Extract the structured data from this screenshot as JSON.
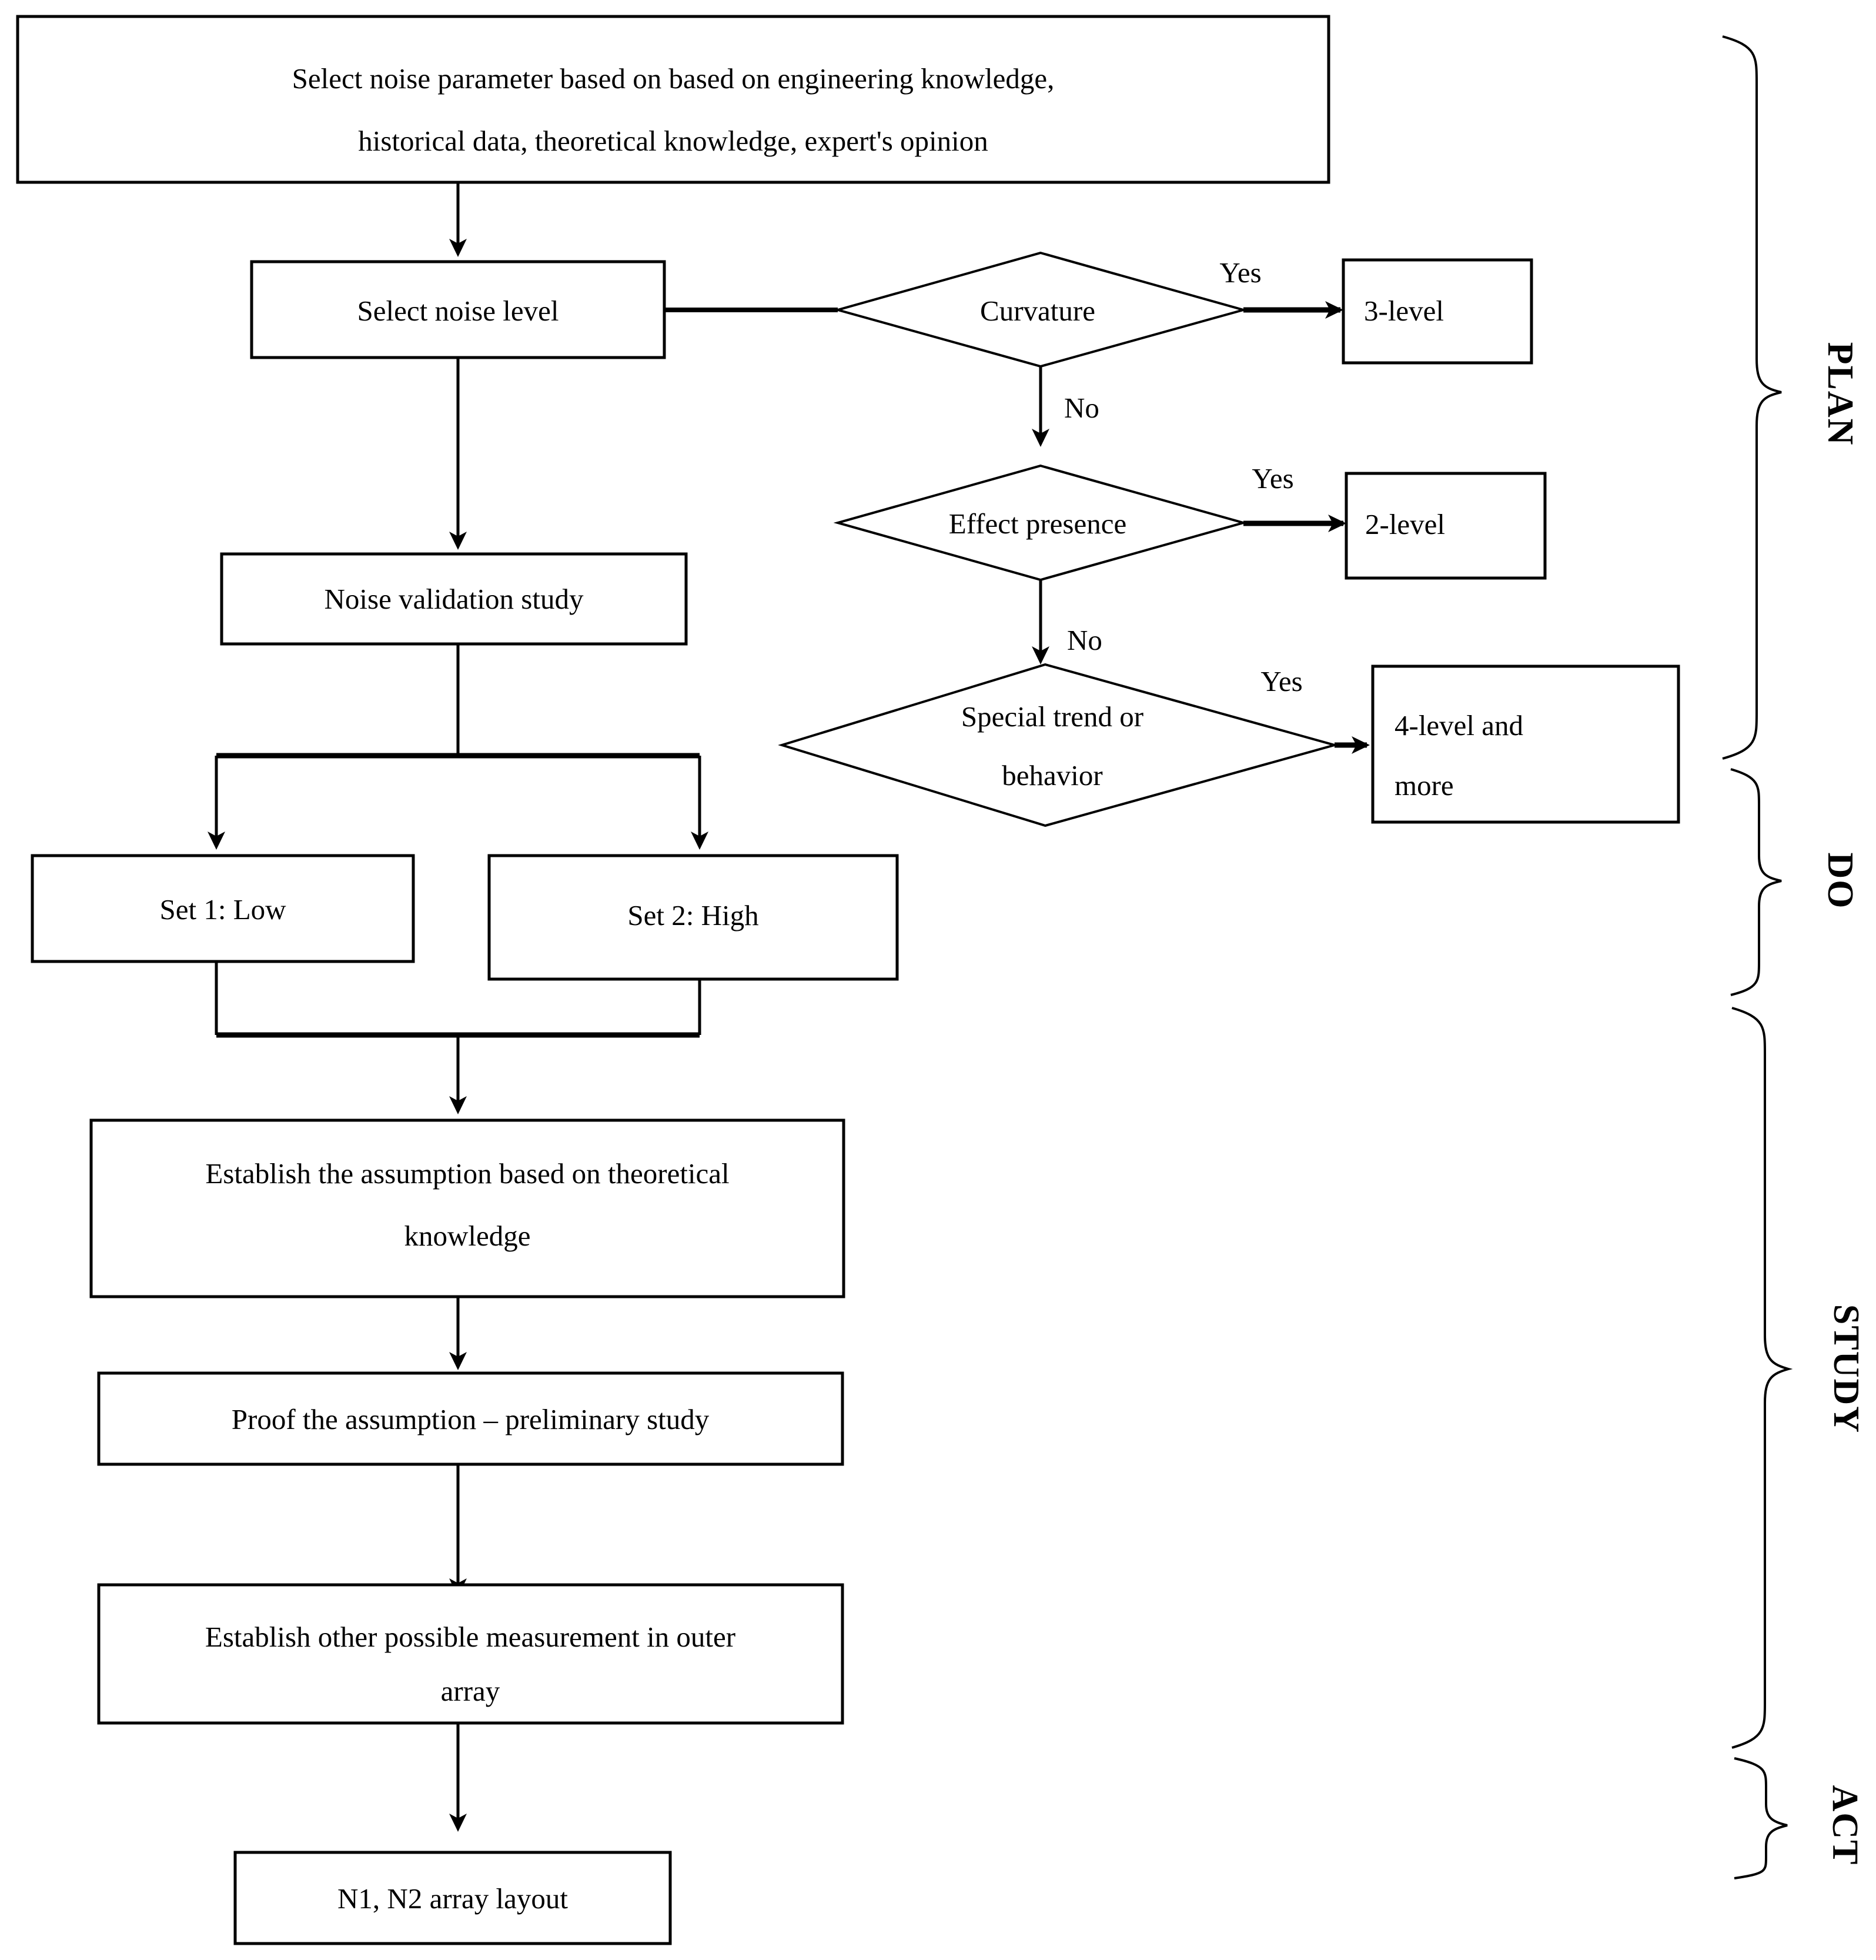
{
  "diagram": {
    "title": "Noise factor planning PDSA flowchart",
    "nodes": {
      "select_noise_parameter": "Select noise parameter based on based on engineering knowledge, historical data, theoretical knowledge, expert's opinion",
      "select_noise_parameter_line1": "Select noise parameter based on based on engineering knowledge,",
      "select_noise_parameter_line2": "historical data, theoretical knowledge, expert's opinion",
      "select_noise_level": "Select noise level",
      "noise_validation_study": "Noise validation study",
      "set_1_low": "Set 1: Low",
      "set_2_high": "Set 2: High",
      "establish_assumption_line1": "Establish the assumption based on theoretical",
      "establish_assumption_line2": "knowledge",
      "proof_assumption": "Proof the assumption – preliminary study",
      "establish_other_measurement_line1": "Establish other possible measurement in outer",
      "establish_other_measurement_line2": "array",
      "array_layout": "N1, N2 array layout",
      "curvature": "Curvature",
      "effect_presence": "Effect presence",
      "special_trend_line1": "Special trend  or",
      "special_trend_line2": "behavior",
      "three_level": "3-level",
      "two_level": "2-level",
      "four_level_and": "4-level        and",
      "four_level_more": "more"
    },
    "edge_labels": {
      "curvature_yes": "Yes",
      "curvature_no": "No",
      "effect_presence_yes": "Yes",
      "effect_presence_no": "No",
      "special_trend_yes": "Yes"
    },
    "phases": [
      {
        "id": "plan",
        "label": "PLAN"
      },
      {
        "id": "do",
        "label": "DO"
      },
      {
        "id": "study",
        "label": "STUDY"
      },
      {
        "id": "act",
        "label": "ACT"
      }
    ],
    "colors": {
      "stroke": "#000000",
      "fill": "#ffffff",
      "text": "#000000"
    }
  }
}
